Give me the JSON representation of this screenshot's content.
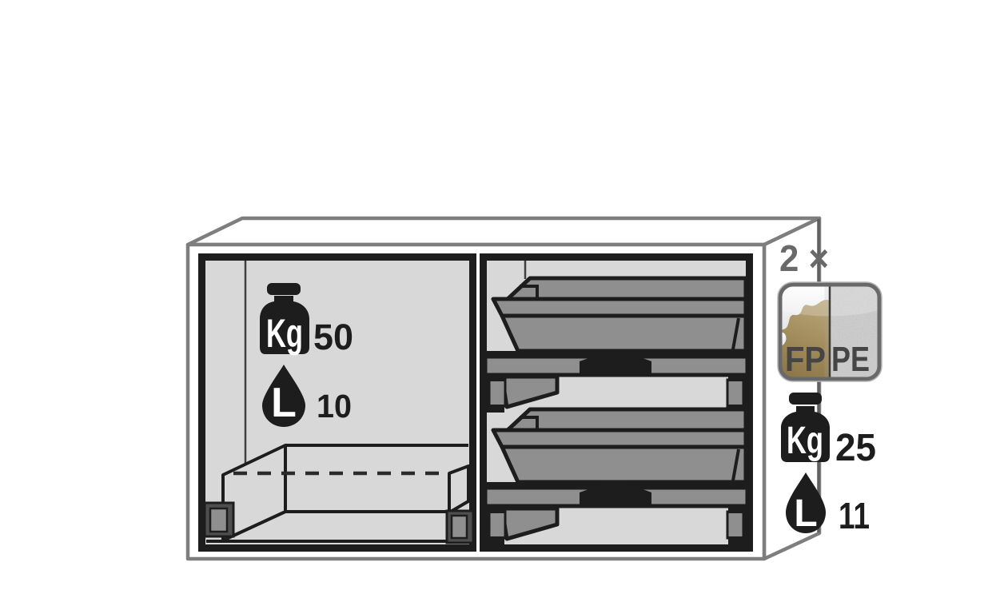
{
  "diagram": {
    "name": "cabinet-capacity-diagram",
    "left_compartment": {
      "weight_unit": "Kg",
      "weight_value": "50",
      "volume_unit": "L",
      "volume_value": "10"
    },
    "right_side": {
      "count": "2 ×",
      "material_left": "FP",
      "material_right": "PE",
      "weight_unit": "Kg",
      "weight_value": "25",
      "volume_unit": "L",
      "volume_value": "11"
    },
    "colors": {
      "outline_gray": "#7e7e7e",
      "frame_black": "#1d1d1d",
      "interior_gray": "#d8d8d8",
      "tray_gray": "#8f8f8f",
      "bracket_dark": "#4e4e4e",
      "count_gray": "#696969",
      "fp_gold": "#9c8456",
      "pe_speckle_gray": "#d4d4d4",
      "material_label_gray": "#454545"
    }
  }
}
